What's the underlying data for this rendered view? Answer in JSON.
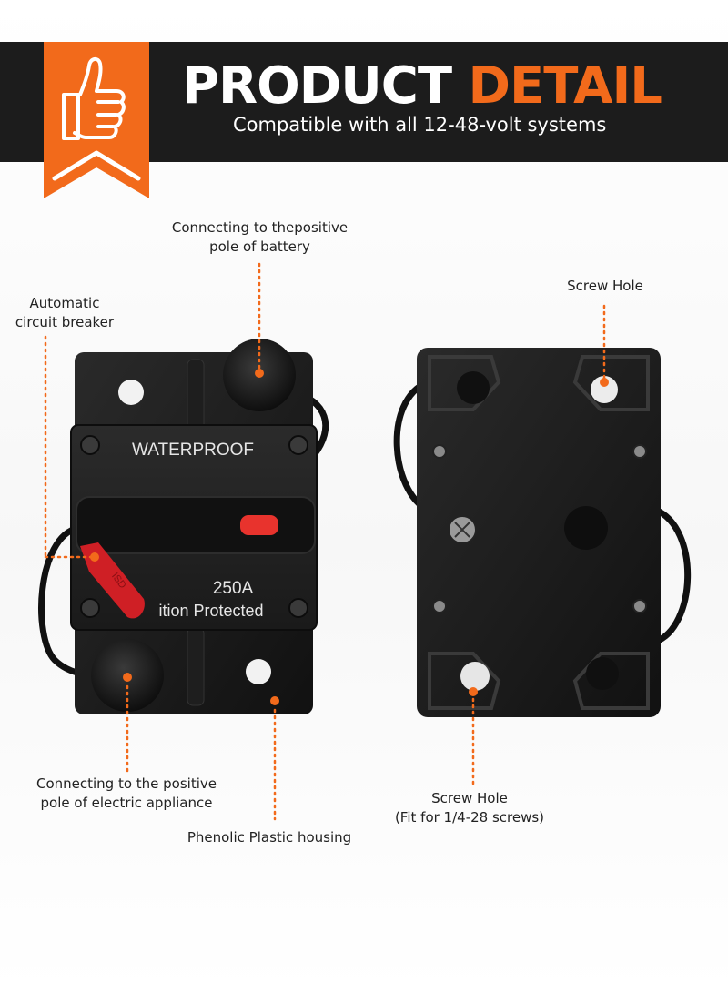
{
  "header": {
    "title_main": "PRODUCT",
    "title_accent": "DETAIL",
    "subtitle": "Compatible with all 12-48-volt systems",
    "badge_icon": "thumbs-up-icon",
    "accent_color": "#f26a1b",
    "banner_color": "#1c1c1c"
  },
  "product_front": {
    "top_text": "WATERPROOF",
    "rating": "250A",
    "bottom_text": "ition Protected",
    "logo_text": "ISD"
  },
  "callouts": {
    "battery_line1": "Connecting to thepositive",
    "battery_line2": "pole of battery",
    "breaker_line1": "Automatic",
    "breaker_line2": "circuit breaker",
    "appliance_line1": "Connecting to the positive",
    "appliance_line2": "pole of electric appliance",
    "housing": "Phenolic Plastic housing",
    "screw_top": "Screw Hole",
    "screw_bottom_line1": "Screw Hole",
    "screw_bottom_line2": "(Fit for 1/4-28 screws)"
  }
}
